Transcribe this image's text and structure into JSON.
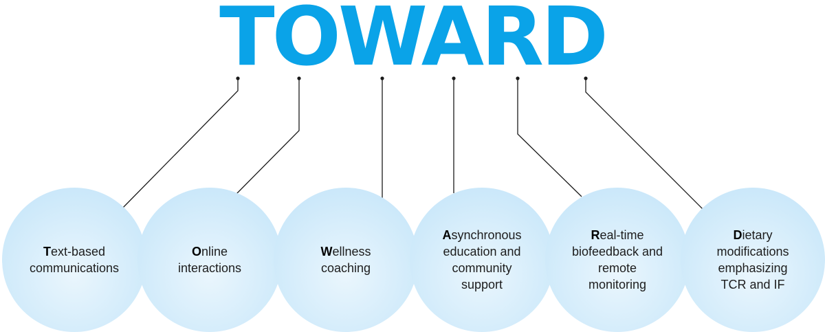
{
  "title": "TOWARD",
  "colors": {
    "title": "#0aa3e8",
    "circle": "#cde9fa",
    "connector": "#1a1a1a"
  },
  "items": [
    {
      "initial": "T",
      "rest": "ext-based communications"
    },
    {
      "initial": "O",
      "rest": "nline interactions"
    },
    {
      "initial": "W",
      "rest": "ellness coaching"
    },
    {
      "initial": "A",
      "rest": "synchronous education and community support"
    },
    {
      "initial": "R",
      "rest": "eal-time biofeedback and remote monitoring"
    },
    {
      "initial": "D",
      "rest": "ietary modifications emphasizing TCR and IF"
    }
  ]
}
